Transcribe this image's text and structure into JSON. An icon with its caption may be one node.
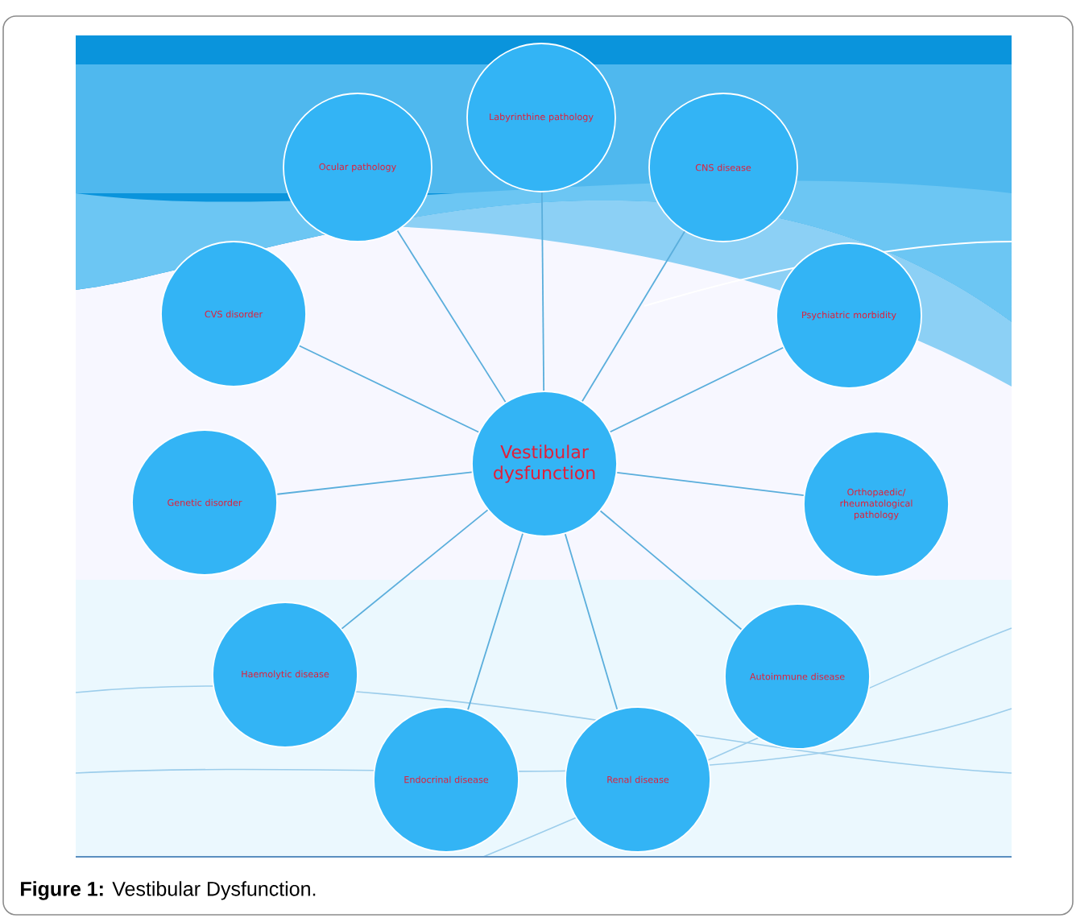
{
  "diagram": {
    "caption": "**Figure 1:** Vestibular Dysfunction.",
    "nodes": [
      {
        "text": [
          "Vestibular dysfunction"
        ]
      },
      {
        "text": [
          "Labyrinthine pathology"
        ]
      },
      {
        "text": [
          "Ocular pathology"
        ]
      },
      {
        "text": [
          "CNS disease"
        ]
      },
      {
        "text": [
          "CVS disorder"
        ]
      },
      {
        "text": [
          "Psychiatric morbidity"
        ]
      },
      {
        "text": [
          "Genetic disorder"
        ]
      },
      {
        "text": [
          "Orthopaedic/ rheumatological pathology"
        ]
      },
      {
        "text": [
          "Haemolytic disease"
        ]
      },
      {
        "text": [
          "Autoimmune disease"
        ]
      },
      {
        "text": [
          "Endocrinal disease"
        ]
      },
      {
        "text": [
          "Renal disease"
        ]
      }
    ],
    "edges": [
      {
        "from": 0,
        "to": 1,
        "arrow": "none"
      },
      {
        "from": 0,
        "to": 2,
        "arrow": "none"
      },
      {
        "from": 0,
        "to": 3,
        "arrow": "none"
      },
      {
        "from": 0,
        "to": 4,
        "arrow": "none"
      },
      {
        "from": 0,
        "to": 5,
        "arrow": "none"
      },
      {
        "from": 0,
        "to": 6,
        "arrow": "none"
      },
      {
        "from": 0,
        "to": 7,
        "arrow": "none"
      },
      {
        "from": 0,
        "to": 8,
        "arrow": "none"
      },
      {
        "from": 0,
        "to": 9,
        "arrow": "none"
      },
      {
        "from": 0,
        "to": 10,
        "arrow": "none"
      },
      {
        "from": 0,
        "to": 11,
        "arrow": "none"
      }
    ]
  }
}
